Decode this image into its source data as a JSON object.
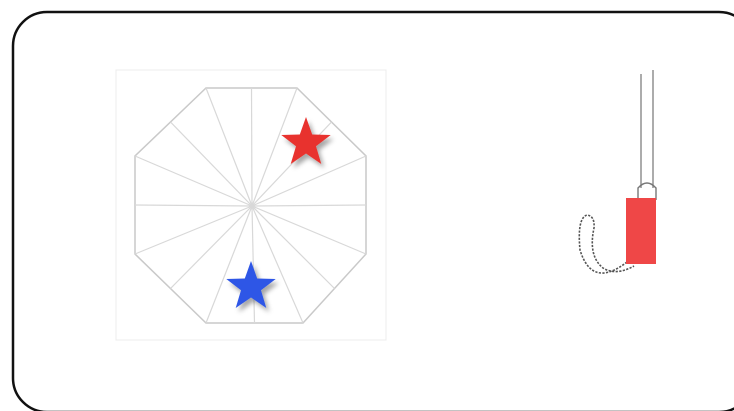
{
  "figure": {
    "panels": [
      {
        "id": "umbrella-top-view",
        "shape": "octagon",
        "segments": 8,
        "stars": [
          {
            "id": "red-star",
            "color": "#e8332d",
            "icon": "star-icon"
          },
          {
            "id": "blue-star",
            "color": "#2f56e6",
            "icon": "star-icon"
          }
        ]
      },
      {
        "id": "folded-umbrella",
        "handle_style": "hook",
        "strap_color": "#ef4747",
        "icon": "folded-umbrella-icon"
      }
    ]
  },
  "colors": {
    "frame_border": "#111111",
    "outline": "#c9c9c9",
    "ribs": "#d8d8d8",
    "panel_border": "#ececec",
    "umbrella_line": "#888888",
    "strap": "#ef4747",
    "red_star": "#e8332d",
    "blue_star": "#2f56e6"
  }
}
